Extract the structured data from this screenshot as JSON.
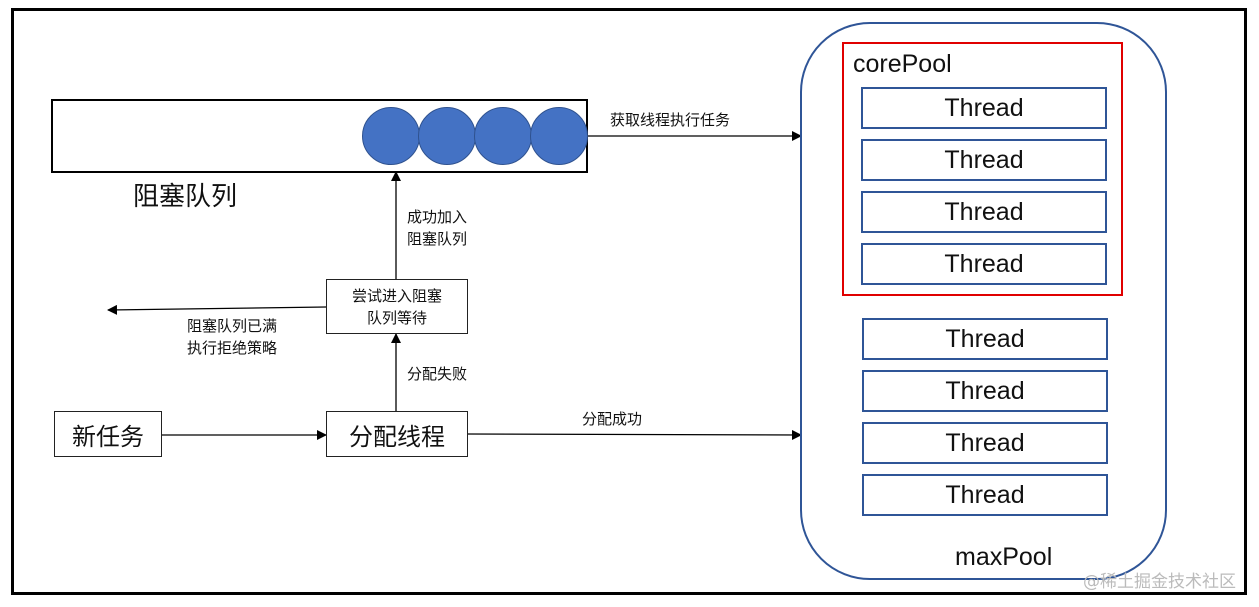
{
  "queue": {
    "title": "阻塞队列",
    "item_count": 4,
    "fill_color": "#4472c4"
  },
  "nodes": {
    "new_task": "新任务",
    "allocate_thread": "分配线程",
    "try_queue": "尝试进入阻塞\n队列等待"
  },
  "edges": {
    "fetch_task": "获取线程执行任务",
    "join_queue_success": "成功加入\n阻塞队列",
    "queue_full_reject": "阻塞队列已满\n执行拒绝策略",
    "allocate_failed": "分配失败",
    "allocate_success": "分配成功"
  },
  "pools": {
    "core_label": "corePool",
    "max_label": "maxPool",
    "core_threads": [
      "Thread",
      "Thread",
      "Thread",
      "Thread"
    ],
    "extra_threads": [
      "Thread",
      "Thread",
      "Thread",
      "Thread"
    ],
    "core_border_color": "#e00000",
    "max_border_color": "#2f5597"
  },
  "watermark": "@稀土掘金技术社区"
}
